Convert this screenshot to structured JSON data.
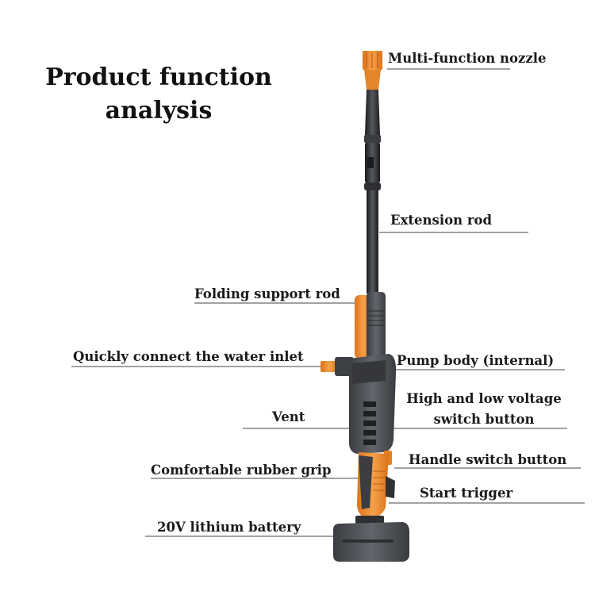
{
  "title": {
    "line1": "Product function",
    "line2": "analysis"
  },
  "labels": {
    "nozzle": "Multi-function nozzle",
    "extension_rod": "Extension rod",
    "folding_rod": "Folding support rod",
    "water_inlet": "Quickly connect the water inlet",
    "pump_body": "Pump body (internal)",
    "voltage_switch_line1": "High and low voltage",
    "voltage_switch_line2": "switch button",
    "vent": "Vent",
    "handle_switch": "Handle switch button",
    "rubber_grip": "Comfortable rubber grip",
    "start_trigger": "Start trigger",
    "battery": "20V lithium battery"
  },
  "colors": {
    "accent": "#f08a1c",
    "body": "#4a4d52",
    "dark": "#2b2d31",
    "line": "#444444"
  }
}
